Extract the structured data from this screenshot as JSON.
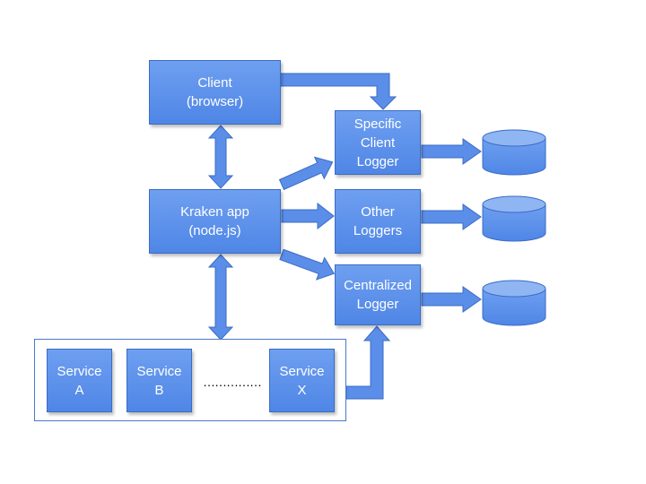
{
  "client": {
    "line1": "Client",
    "line2": "(browser)"
  },
  "app": {
    "line1": "Kraken app",
    "line2": "(node.js)"
  },
  "loggers": {
    "specific": {
      "line1": "Specific",
      "line2": "Client",
      "line3": "Logger"
    },
    "other": {
      "line1": "Other",
      "line2": "Loggers"
    },
    "centralized": {
      "line1": "Centralized",
      "line2": "Logger"
    }
  },
  "services": {
    "a": {
      "line1": "Service",
      "line2": "A"
    },
    "b": {
      "line1": "Service",
      "line2": "B"
    },
    "x": {
      "line1": "Service",
      "line2": "X"
    },
    "ellipsis": "……………."
  },
  "colors": {
    "fill": "#5b8ee8",
    "stroke": "#3a6cc5",
    "container_border": "#4a78c8"
  }
}
